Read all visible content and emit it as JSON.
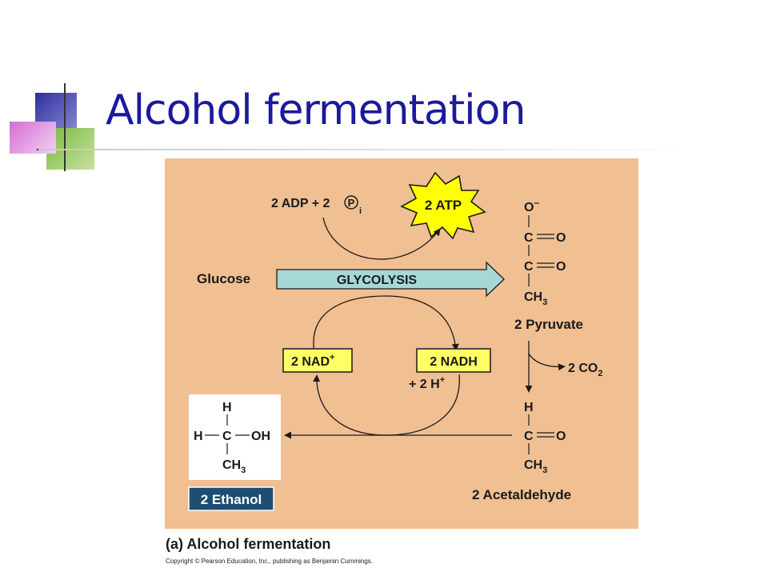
{
  "slide": {
    "title": "Alcohol fermentation",
    "caption": "(a) Alcohol fermentation",
    "copyright": "Copyright © Pearson Education, Inc., publishing as Benjamin Cummings."
  },
  "diagram": {
    "adp_prefix": "2 ADP + 2",
    "phosphate_symbol": "P",
    "phosphate_subscript": "i",
    "atp": "2 ATP",
    "glucose": "Glucose",
    "glycolysis": "GLYCOLYSIS",
    "nad_plus": "2 NAD",
    "nad_plus_charge": "+",
    "nadh": "2 NADH",
    "h_plus_prefix": "+ 2 H",
    "h_plus_charge": "+",
    "co2_prefix": "2 CO",
    "co2_subscript": "2",
    "pyruvate": {
      "label": "2 Pyruvate",
      "atom_o_minus": "O",
      "minus_charge": "–",
      "atom_c1": "C",
      "atom_o1": "O",
      "atom_c2": "C",
      "atom_o2": "O",
      "atom_ch": "CH",
      "subscript_3": "3"
    },
    "acetaldehyde": {
      "label": "2 Acetaldehyde",
      "atom_h": "H",
      "atom_c": "C",
      "atom_o": "O",
      "atom_ch": "CH",
      "subscript_3": "3"
    },
    "ethanol": {
      "label": "2 Ethanol",
      "atom_h_top": "H",
      "atom_h_left": "H",
      "atom_c": "C",
      "atom_oh": "OH",
      "atom_ch": "CH",
      "subscript_3": "3"
    }
  },
  "colors": {
    "title": "#1a1a9c",
    "figure_background": "#f0bf92",
    "glycolysis_arrow": "#a6d8d8",
    "atp_burst": "#ffff00",
    "nad_box": "#ffff66",
    "ethanol_label_box": "#1d4f73"
  }
}
